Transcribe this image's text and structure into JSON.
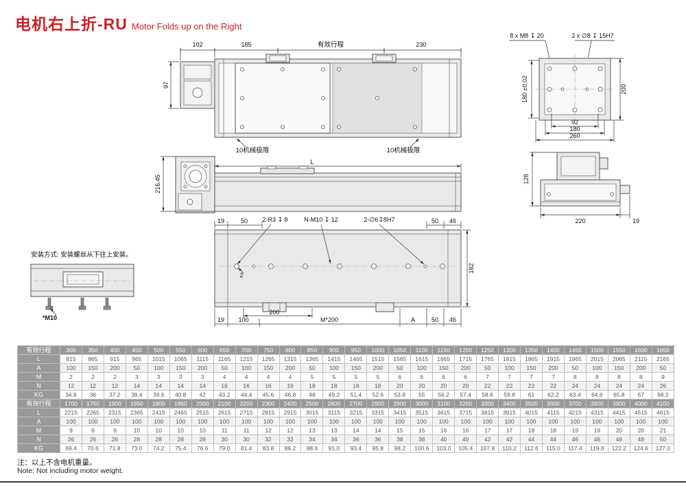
{
  "title": {
    "zh": "电机右上折-RU",
    "en": "Motor Folds up on the Right"
  },
  "colors": {
    "accent": "#c6242c",
    "table_header_bg": "#98999b",
    "drawing_stroke": "#555555"
  },
  "drawings": {
    "top_view": {
      "dim_motor": "102",
      "dim_185": "185",
      "dim_stroke": "有效行程",
      "dim_230": "230",
      "dim_97": "97",
      "limit_left": "10机械极限",
      "limit_right": "10机械极限"
    },
    "end_view_top": {
      "callout_m8": "8 x M8 ↧ 20",
      "callout_d8": "2 x ∅8 ↧ 15H7",
      "dim_200": "200",
      "dim_180_tol": "180 ±0.02",
      "dim_92": "92",
      "dim_180": "180",
      "dim_260": "260"
    },
    "side_view": {
      "dim_height": "216.45",
      "dim_length": "L"
    },
    "end_view_side": {
      "dim_128": "128",
      "dim_220": "220",
      "dim_19": "19"
    },
    "bottom_view": {
      "dim_19_tl": "19",
      "dim_50_tl": "50",
      "callout_r3": "2-R3 ↧ 8",
      "callout_m10": "N-M10 ↧ 12",
      "callout_d6": "2-∅6↧8H7",
      "dim_50_tr": "50",
      "dim_46_tr": "46",
      "dim_182": "182",
      "dim_2": "2",
      "dim_19_bl": "19",
      "dim_100": "100",
      "dim_200": "200",
      "dim_m200": "M*200",
      "dim_A": "A",
      "dim_50_br": "50",
      "dim_46_br": "46"
    },
    "mount_view": {
      "note": "安装方式: 安装螺丝从下往上安装。",
      "label_m10": "*M10"
    }
  },
  "table": {
    "sections": [
      {
        "rows": [
          {
            "label": "有效行程",
            "header": true,
            "values": [
              "300",
              "350",
              "400",
              "450",
              "500",
              "550",
              "600",
              "650",
              "700",
              "750",
              "800",
              "850",
              "900",
              "950",
              "1000",
              "1050",
              "1100",
              "1150",
              "1200",
              "1250",
              "1300",
              "1350",
              "1400",
              "1450",
              "1500",
              "1550",
              "1600",
              "1650"
            ]
          },
          {
            "label": "L",
            "values": [
              "815",
              "865",
              "915",
              "965",
              "1015",
              "1065",
              "1115",
              "1165",
              "1215",
              "1265",
              "1315",
              "1365",
              "1415",
              "1465",
              "1515",
              "1565",
              "1615",
              "1665",
              "1715",
              "1765",
              "1815",
              "1865",
              "1915",
              "1965",
              "2015",
              "2065",
              "2115",
              "2165"
            ]
          },
          {
            "label": "A",
            "values": [
              "100",
              "150",
              "200",
              "50",
              "100",
              "150",
              "200",
              "50",
              "100",
              "150",
              "200",
              "50",
              "100",
              "150",
              "200",
              "50",
              "100",
              "150",
              "200",
              "50",
              "100",
              "150",
              "200",
              "50",
              "100",
              "150",
              "200",
              "50"
            ]
          },
          {
            "label": "M",
            "values": [
              "2",
              "2",
              "2",
              "3",
              "3",
              "3",
              "3",
              "4",
              "4",
              "4",
              "4",
              "5",
              "5",
              "5",
              "5",
              "6",
              "6",
              "6",
              "6",
              "7",
              "7",
              "7",
              "7",
              "8",
              "8",
              "8",
              "8",
              "9"
            ]
          },
          {
            "label": "N",
            "values": [
              "12",
              "12",
              "12",
              "14",
              "14",
              "14",
              "14",
              "16",
              "16",
              "16",
              "16",
              "18",
              "18",
              "18",
              "18",
              "20",
              "20",
              "20",
              "20",
              "22",
              "22",
              "22",
              "22",
              "24",
              "24",
              "24",
              "24",
              "26"
            ]
          },
          {
            "label": "KG",
            "values": [
              "34.8",
              "36",
              "37.2",
              "38.4",
              "39.6",
              "40.8",
              "42",
              "43.2",
              "44.4",
              "45.6",
              "46.8",
              "48",
              "49.2",
              "51.4",
              "52.6",
              "53.8",
              "55",
              "56.2",
              "57.4",
              "58.6",
              "59.8",
              "61",
              "62.2",
              "63.4",
              "64.6",
              "65.8",
              "67",
              "68.2"
            ]
          }
        ]
      },
      {
        "rows": [
          {
            "label": "有效行程",
            "header": true,
            "values": [
              "1700",
              "1750",
              "1800",
              "1850",
              "1900",
              "1950",
              "2000",
              "2100",
              "2200",
              "2300",
              "2400",
              "2500",
              "2600",
              "2700",
              "2800",
              "2900",
              "3000",
              "3100",
              "3200",
              "3300",
              "3400",
              "3500",
              "3600",
              "3700",
              "3800",
              "3900",
              "4000",
              "4100"
            ]
          },
          {
            "label": "L",
            "values": [
              "2215",
              "2265",
              "2315",
              "2365",
              "2415",
              "2465",
              "2515",
              "2615",
              "2715",
              "2815",
              "2915",
              "3015",
              "3115",
              "3215",
              "3315",
              "3415",
              "3515",
              "3615",
              "3715",
              "3815",
              "3915",
              "4015",
              "4115",
              "4215",
              "4315",
              "4415",
              "4515",
              "4615"
            ]
          },
          {
            "label": "A",
            "values": [
              "100",
              "100",
              "100",
              "100",
              "100",
              "100",
              "100",
              "100",
              "100",
              "100",
              "100",
              "100",
              "100",
              "100",
              "100",
              "100",
              "100",
              "100",
              "100",
              "100",
              "100",
              "100",
              "100",
              "100",
              "100",
              "100",
              "100",
              "100"
            ]
          },
          {
            "label": "M",
            "values": [
              "9",
              "9",
              "9",
              "10",
              "10",
              "10",
              "10",
              "11",
              "11",
              "12",
              "12",
              "13",
              "13",
              "14",
              "14",
              "15",
              "15",
              "16",
              "16",
              "17",
              "17",
              "18",
              "18",
              "19",
              "19",
              "20",
              "20",
              "21"
            ]
          },
          {
            "label": "N",
            "values": [
              "26",
              "26",
              "26",
              "28",
              "28",
              "28",
              "28",
              "30",
              "30",
              "32",
              "32",
              "34",
              "34",
              "36",
              "36",
              "38",
              "38",
              "40",
              "40",
              "42",
              "42",
              "44",
              "44",
              "46",
              "46",
              "48",
              "48",
              "50"
            ]
          },
          {
            "label": "KG",
            "values": [
              "69.4",
              "70.6",
              "71.8",
              "73.0",
              "74.2",
              "75.4",
              "76.6",
              "79.0",
              "81.4",
              "83.8",
              "86.2",
              "88.6",
              "91.0",
              "93.4",
              "95.8",
              "98.2",
              "100.6",
              "103.0",
              "105.4",
              "107.8",
              "110.2",
              "112.6",
              "115.0",
              "117.4",
              "119.8",
              "122.2",
              "124.6",
              "127.0"
            ]
          }
        ]
      }
    ]
  },
  "footnote": {
    "zh": "注：以上不含电机重量。",
    "en": "Note: Not including motor weight."
  }
}
